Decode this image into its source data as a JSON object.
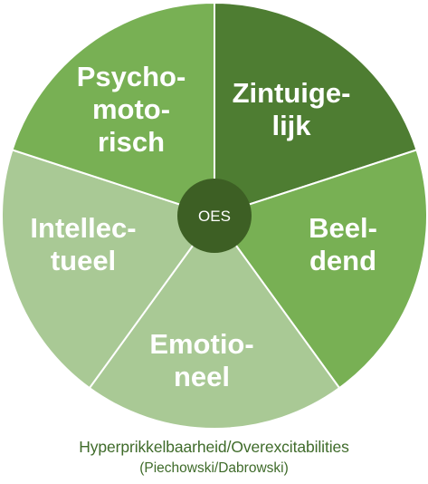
{
  "diagram": {
    "center_label": "OES",
    "segments": [
      {
        "id": "zintuigelijk",
        "lines": [
          "Zintuige-",
          "lijk"
        ],
        "color": "#4e7d32"
      },
      {
        "id": "beeldend",
        "lines": [
          "Beel-",
          "dend"
        ],
        "color": "#78b054"
      },
      {
        "id": "emotioneel",
        "lines": [
          "Emotio-",
          "neel"
        ],
        "color": "#a9c995"
      },
      {
        "id": "intellectueel",
        "lines": [
          "Intellec-",
          "tueel"
        ],
        "color": "#a9c995"
      },
      {
        "id": "psychomotorisch",
        "lines": [
          "Psycho-",
          "moto-",
          "risch"
        ],
        "color": "#78b054"
      }
    ],
    "center_color": "#3d5f24",
    "divider_color": "#ffffff"
  },
  "caption": {
    "title": "Hyperprikkelbaarheid/Overexcitabilities",
    "subtitle": "(Piechowski/Dabrowski)"
  }
}
